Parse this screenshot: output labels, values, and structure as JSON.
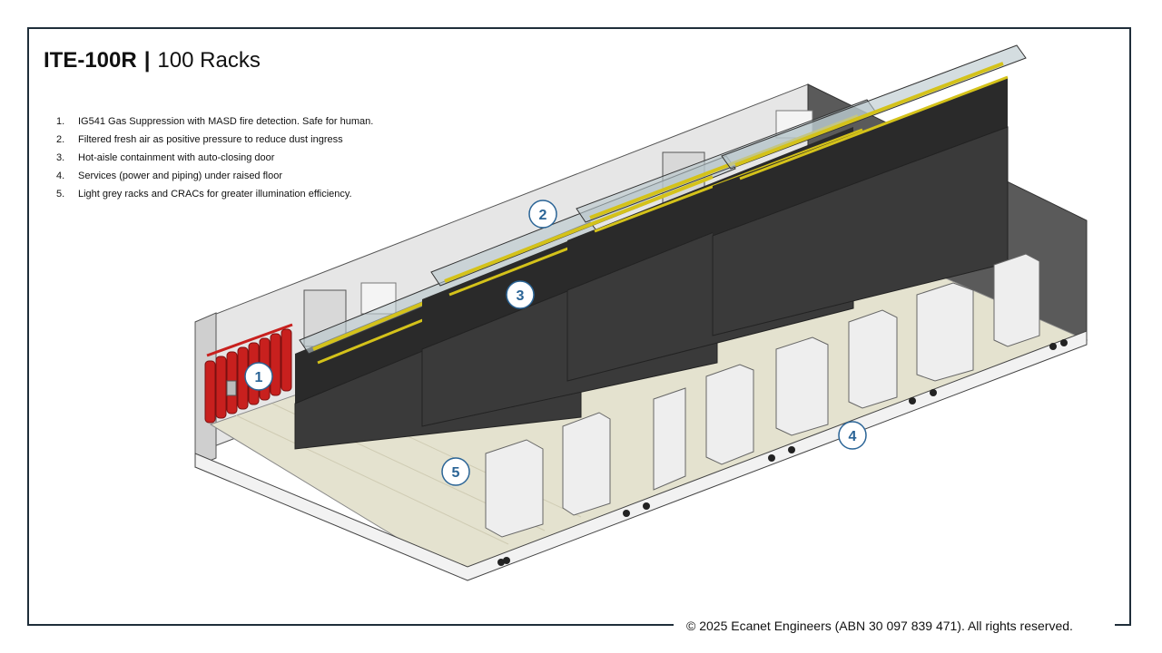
{
  "title": {
    "code": "ITE-100R",
    "separator": "|",
    "subtitle": "100 Racks"
  },
  "features": [
    {
      "num": "1.",
      "text": "IG541 Gas Suppression with MASD fire detection. Safe for human."
    },
    {
      "num": "2.",
      "text": "Filtered fresh air as positive pressure to reduce dust ingress"
    },
    {
      "num": "3.",
      "text": "Hot-aisle containment with auto-closing door"
    },
    {
      "num": "4.",
      "text": "Services (power and piping) under raised floor"
    },
    {
      "num": "5.",
      "text": "Light grey racks and CRACs for greater illumination efficiency."
    }
  ],
  "callouts": [
    "1",
    "2",
    "3",
    "4",
    "5"
  ],
  "copyright": "© 2025 Ecanet Engineers (ABN 30 097 839 471). All rights reserved.",
  "colors": {
    "frame": "#1f2e3a",
    "callout": "#2a6496",
    "cylinder": "#c8201e",
    "floor": "#e4e2cf",
    "rack_dark": "#2a2a2a",
    "crac": "#eeeeee",
    "pipe": "#d4c21a"
  }
}
